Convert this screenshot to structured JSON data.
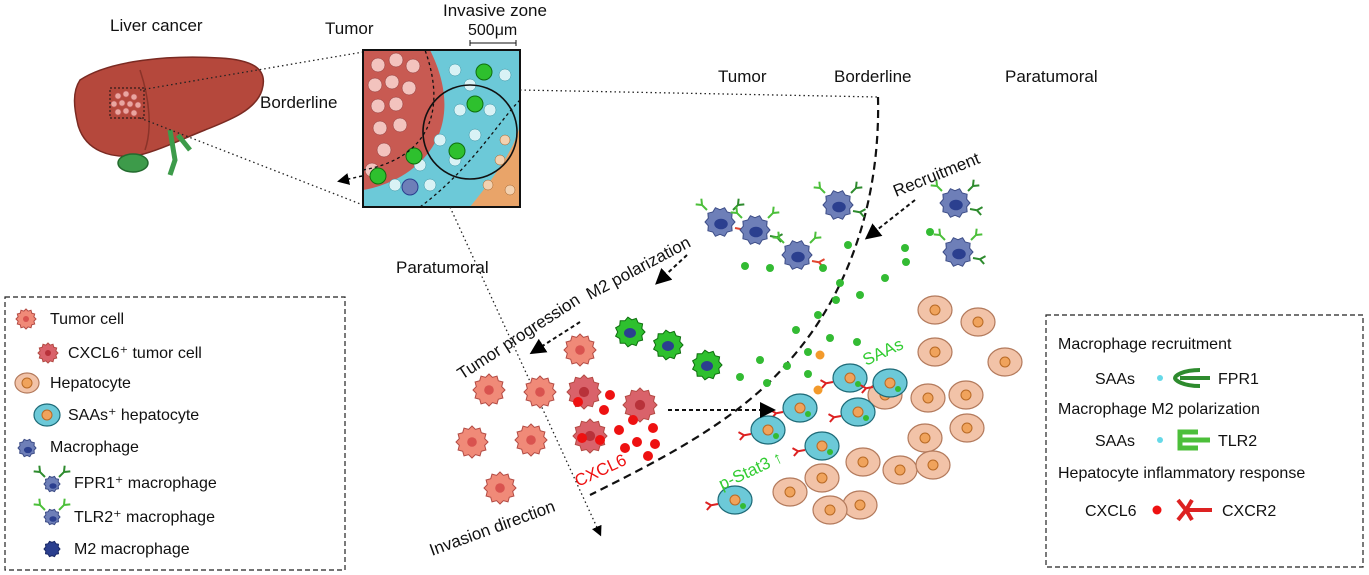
{
  "labels": {
    "liver_cancer": "Liver cancer",
    "tumor_inset": "Tumor",
    "invasive_zone": "Invasive zone",
    "scale": "500μm",
    "borderline_inset": "Borderline",
    "paratumoral_inset": "Paratumoral",
    "zone_tumor": "Tumor",
    "zone_borderline": "Borderline",
    "zone_paratumoral": "Paratumoral",
    "recruitment": "Recruitment",
    "m2_polarization": "M2 polarization",
    "tumor_progression": "Tumor progression",
    "saas": "SAAs",
    "cxcl6": "CXCL6",
    "pstat3": "p-Stat3 ↑",
    "invasion_direction": "Invasion direction"
  },
  "legend_cells": [
    {
      "icon": "tumor-cell-icon",
      "label": "Tumor cell"
    },
    {
      "icon": "cxcl6-tumor-cell-icon",
      "label": "CXCL6⁺ tumor cell"
    },
    {
      "icon": "hepatocyte-icon",
      "label": "Hepatocyte"
    },
    {
      "icon": "saas-hepatocyte-icon",
      "label": "SAAs⁺ hepatocyte"
    },
    {
      "icon": "macrophage-icon",
      "label": "Macrophage"
    },
    {
      "icon": "fpr1-macrophage-icon",
      "label": "FPR1⁺ macrophage"
    },
    {
      "icon": "tlr2-macrophage-icon",
      "label": "TLR2⁺ macrophage"
    },
    {
      "icon": "m2-macrophage-icon",
      "label": "M2 macrophage"
    }
  ],
  "legend_pathways": {
    "recruitment_title": "Macrophage recruitment",
    "recruitment_ligand": "SAAs",
    "recruitment_receptor": "FPR1",
    "polarization_title": "Macrophage M2 polarization",
    "polarization_ligand": "SAAs",
    "polarization_receptor": "TLR2",
    "inflammatory_title": "Hepatocyte inflammatory response",
    "inflammatory_ligand": "CXCL6",
    "inflammatory_receptor": "CXCR2"
  },
  "colors": {
    "tumor_cell": "#f08a78",
    "cxcl6_tumor_cell": "#d9626a",
    "hepatocyte": "#f2c3a8",
    "saas_hepatocyte": "#6cc9d8",
    "macrophage": "#6e7fb8",
    "m2_macrophage": "#2b3f8f",
    "fpr1": "#2e8b2e",
    "tlr2": "#4cbf3a",
    "saas_dot": "#33bb33",
    "cxcl6_dot": "#ee1111",
    "cxcr2": "#dd2222",
    "liver": "#b5483c"
  }
}
